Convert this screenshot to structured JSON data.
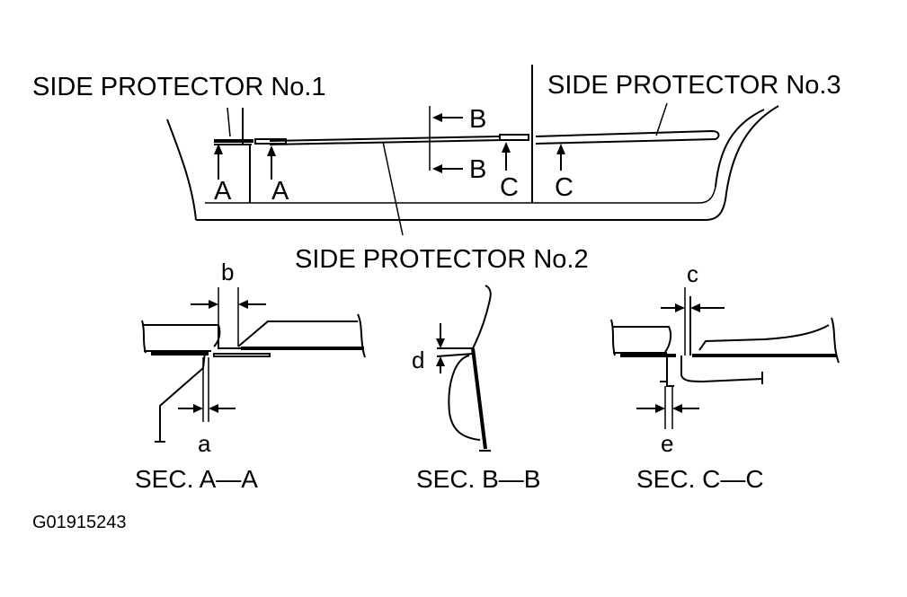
{
  "labels": {
    "protector_1": "SIDE PROTECTOR No.1",
    "protector_2": "SIDE PROTECTOR No.2",
    "protector_3": "SIDE PROTECTOR No.3"
  },
  "section_marks": {
    "a_left": "A",
    "a_right": "A",
    "b_top": "B",
    "b_bottom": "B",
    "c_left": "C",
    "c_right": "C"
  },
  "sections": {
    "a": {
      "title": "SEC. A—A",
      "dim_top": "b",
      "dim_bottom": "a"
    },
    "b": {
      "title": "SEC. B—B",
      "dim_side": "d"
    },
    "c": {
      "title": "SEC. C—C",
      "dim_top": "c",
      "dim_bottom": "e"
    }
  },
  "figure_code": "G01915243"
}
